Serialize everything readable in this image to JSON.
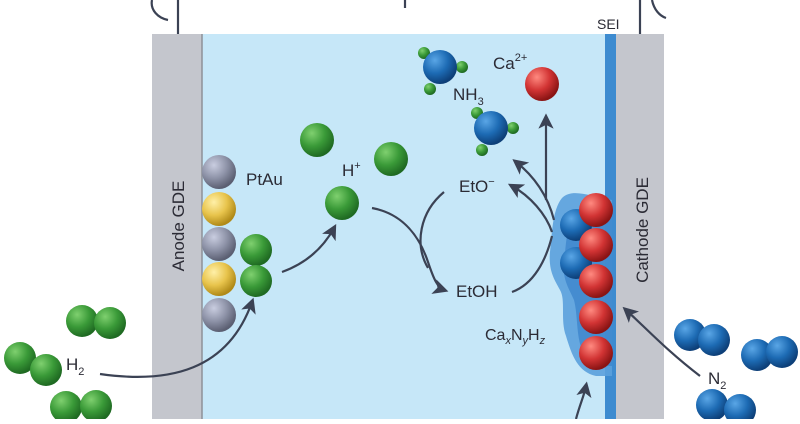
{
  "labels": {
    "sei": "SEI",
    "anode": "Anode GDE",
    "cathode": "Cathode GDE",
    "ptau": "PtAu",
    "h_plus": "H",
    "h_plus_sup": "+",
    "eto": "EtO",
    "eto_sup": "−",
    "etoh": "EtOH",
    "ca": "Ca",
    "ca_sup": "2+",
    "nh3": "NH",
    "nh3_sub": "3",
    "h2": "H",
    "h2_sub": "2",
    "n2": "N",
    "n2_sub": "2",
    "caxnyhz": {
      "ca": "Ca",
      "x": "x",
      "n": "N",
      "y": "y",
      "h": "H",
      "z": "z"
    }
  },
  "colors": {
    "electrolyte": "#c5e6f8",
    "electrode": "#c4c6cd",
    "electrode_edge": "#8d9098",
    "sei_blue": "#3d8bd0",
    "hydrogen": "#3b9a3a",
    "nitrogen": "#1f6db3",
    "calcium": "#d23a3a",
    "platinum": "#8e93a8",
    "gold": "#e6c24a",
    "arrow": "#3b4254"
  }
}
